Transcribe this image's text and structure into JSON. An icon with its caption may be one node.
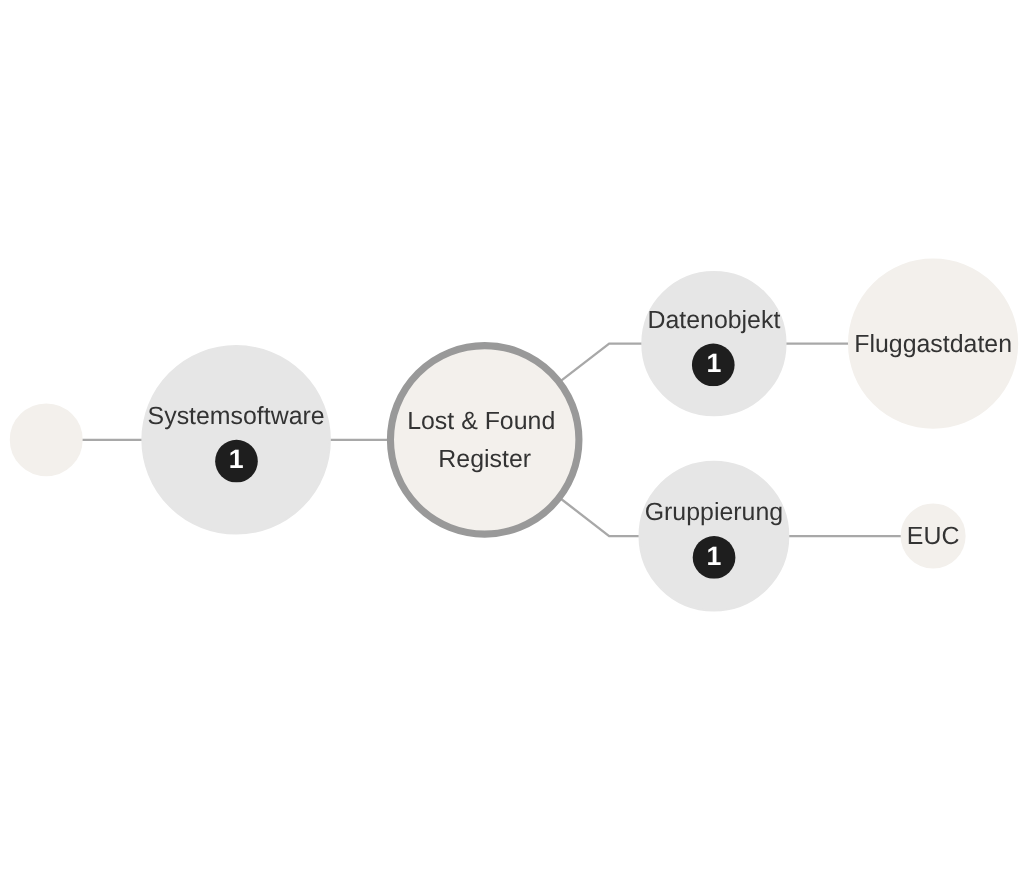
{
  "diagram": {
    "nodes": [
      {
        "text": [],
        "shape": "circle"
      },
      {
        "text": [
          "Fluggastdaten"
        ]
      },
      {
        "text": [
          "Datenobjekt",
          "1"
        ]
      },
      {
        "text": [
          "Systemsoftware",
          "1"
        ]
      },
      {
        "text": [
          "Lost & Found Register"
        ]
      },
      {
        "text": [
          "Gruppierung",
          "1"
        ]
      },
      {
        "text": [
          "EUC"
        ]
      }
    ],
    "edges": [
      {
        "from": 0,
        "to": 3,
        "arrow": "none"
      },
      {
        "from": 3,
        "to": 4,
        "arrow": "none"
      },
      {
        "from": 4,
        "to": 2,
        "arrow": "none"
      },
      {
        "from": 2,
        "to": 1,
        "arrow": "none"
      },
      {
        "from": 4,
        "to": 5,
        "arrow": "none"
      },
      {
        "from": 5,
        "to": 6,
        "arrow": "none"
      }
    ]
  }
}
